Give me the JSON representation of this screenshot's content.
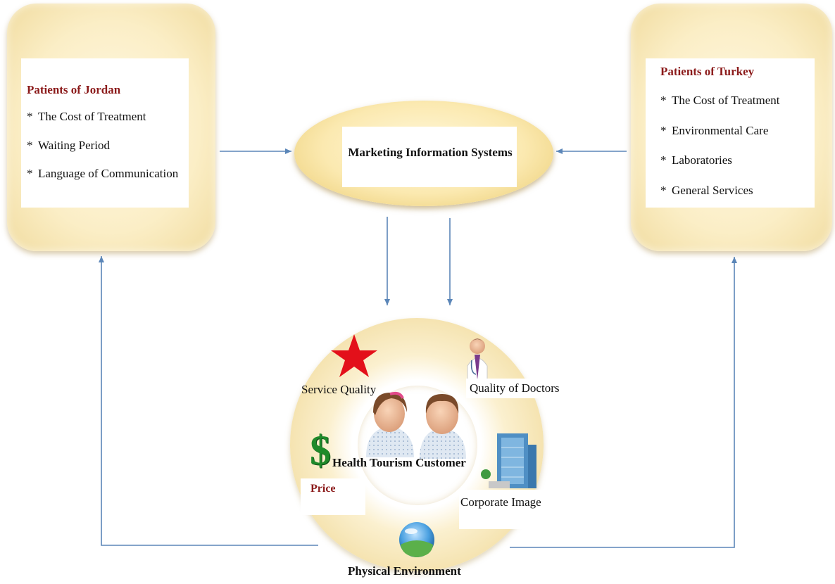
{
  "left_box": {
    "title": "Patients of Jordan",
    "items": [
      "The Cost of Treatment",
      "Waiting Period",
      "Language of Communication"
    ]
  },
  "right_box": {
    "title": "Patients of Turkey",
    "items": [
      "The Cost of Treatment",
      "Environmental Care",
      "Laboratories",
      "General Services"
    ]
  },
  "bullet": "*",
  "center_node": {
    "label": "Marketing Information Systems"
  },
  "circle": {
    "center_label": "Health Tourism Customer",
    "service_quality": "Service Quality",
    "quality_of_doctors": "Quality of Doctors",
    "price": "Price",
    "corporate_image": "Corporate Image",
    "physical_environment": "Physical Environment",
    "dollar_symbol": "$"
  },
  "colors": {
    "title_red": "#8b1a1a",
    "arrow_blue": "#5b86b8",
    "panel_fill": "#fbeec6",
    "star_red": "#e3101a",
    "dollar_green": "#1f8a2a"
  }
}
